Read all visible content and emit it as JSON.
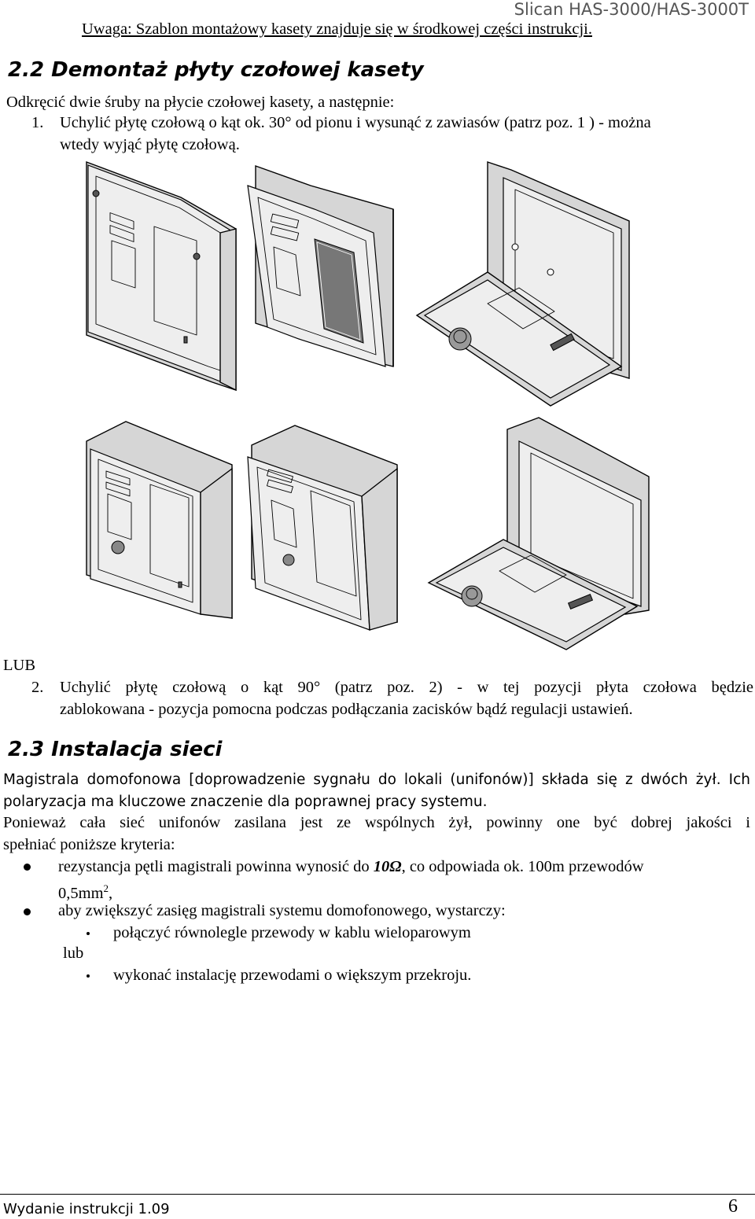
{
  "header": {
    "brand": "Slican HAS-3000/HAS-3000T",
    "note": "Uwaga: Szablon montażowy kasety znajduje się w środkowej części instrukcji."
  },
  "section22": {
    "title": "2.2 Demontaż płyty czołowej kasety",
    "intro": "Odkręcić dwie śruby na płycie czołowej kasety, a następnie:",
    "step1_number": "1.",
    "step1_line1": "Uchylić płytę czołową o kąt ok. 30° od pionu i wysunąć z zawiasów (patrz poz. 1 ) - można",
    "step1_line2": "wtedy wyjąć płytę czołową.",
    "or": "LUB",
    "step2_number": "2.",
    "step2_line1": "Uchylić płytę czołową o kąt 90° (patrz poz. 2) - w tej pozycji płyta czołowa będzie",
    "step2_line2": "zablokowana - pozycja pomocna podczas podłączania zacisków bądź regulacji ustawień."
  },
  "section23": {
    "title": "2.3 Instalacja sieci",
    "para1_line1": "Magistrala domofonowa [doprowadzenie sygnału do lokali (unifonów)] składa się z dwóch żył. Ich",
    "para1_line2": "polaryzacja ma kluczowe znaczenie dla poprawnej pracy systemu.",
    "para2_line1": "Ponieważ cała sieć unifonów zasilana jest ze wspólnych żył, powinny one być dobrej jakości i",
    "para2_line2": "spełniać poniższe kryteria:",
    "bullet1_pre": "rezystancja pętli magistrali powinna wynosić do ",
    "bullet1_value": "10Ω",
    "bullet1_post": ", co odpowiada ok. 100m przewodów",
    "bullet1_line2": "0,5mm",
    "bullet1_sup": "2",
    "bullet1_end": ",",
    "bullet2": "aby zwiększyć zasięg magistrali systemu domofonowego, wystarczy:",
    "sub1": "połączyć równolegle przewody w kablu wieloparowym",
    "sub_or": "lub",
    "sub2": "wykonać instalację przewodami o większym przekroju."
  },
  "footer": {
    "edition": "Wydanie instrukcji 1.09",
    "page": "6"
  }
}
